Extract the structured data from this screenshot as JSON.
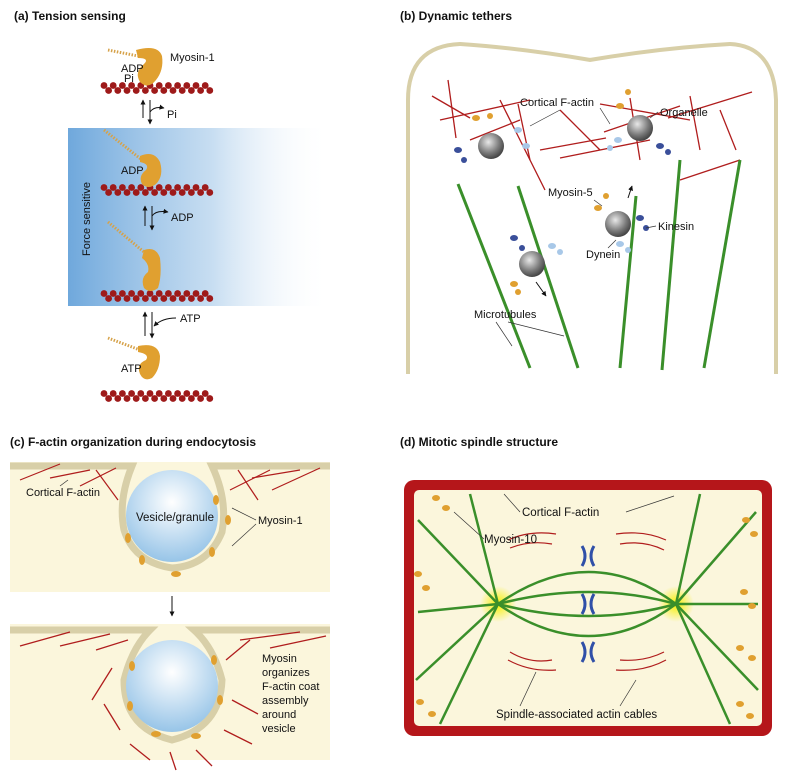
{
  "panels": {
    "a": {
      "title": "(a) Tension sensing",
      "myosin_label": "Myosin-1",
      "adp_pi_label": "ADP",
      "pi_label": "Pi",
      "pi_release": "Pi",
      "adp_label_2": "ADP",
      "adp_release": "ADP",
      "force_sensitive": "Force sensitive",
      "atp_binding": "ATP",
      "atp_label": "ATP"
    },
    "b": {
      "title": "(b) Dynamic tethers",
      "cortical_factin": "Cortical F-actin",
      "organelle": "Organelle",
      "myosin5": "Myosin-5",
      "kinesin": "Kinesin",
      "dynein": "Dynein",
      "microtubules": "Microtubules"
    },
    "c": {
      "title": "(c) F-actin organization during endocytosis",
      "cortical_factin": "Cortical F-actin",
      "vesicle": "Vesicle/granule",
      "myosin1": "Myosin-1",
      "caption_lines": [
        "Myosin",
        "organizes",
        "F-actin coat",
        "assembly",
        "around",
        "vesicle"
      ]
    },
    "d": {
      "title": "(d) Mitotic spindle structure",
      "cortical_factin": "Cortical F-actin",
      "myosin10": "Myosin-10",
      "spindle_actin": "Spindle-associated actin cables"
    }
  },
  "colors": {
    "actin_red": "#b01d1d",
    "actin_bead": "#9e1a1a",
    "myosin_orange": "#e0a030",
    "microtubule_green": "#3a8f2a",
    "organelle_gray": "#6e6e6e",
    "dynein_blue": "#3a4f9a",
    "kinesin_lightblue": "#a8c8e8",
    "cell_fill": "#fbf6dc",
    "cell_border": "#d8cfa8",
    "force_blue": "#6fa8dc",
    "spindle_pole_yellow": "#f4ec1a",
    "kinetochore_blue": "#3050a8",
    "cortex_red": "#b5161a"
  }
}
